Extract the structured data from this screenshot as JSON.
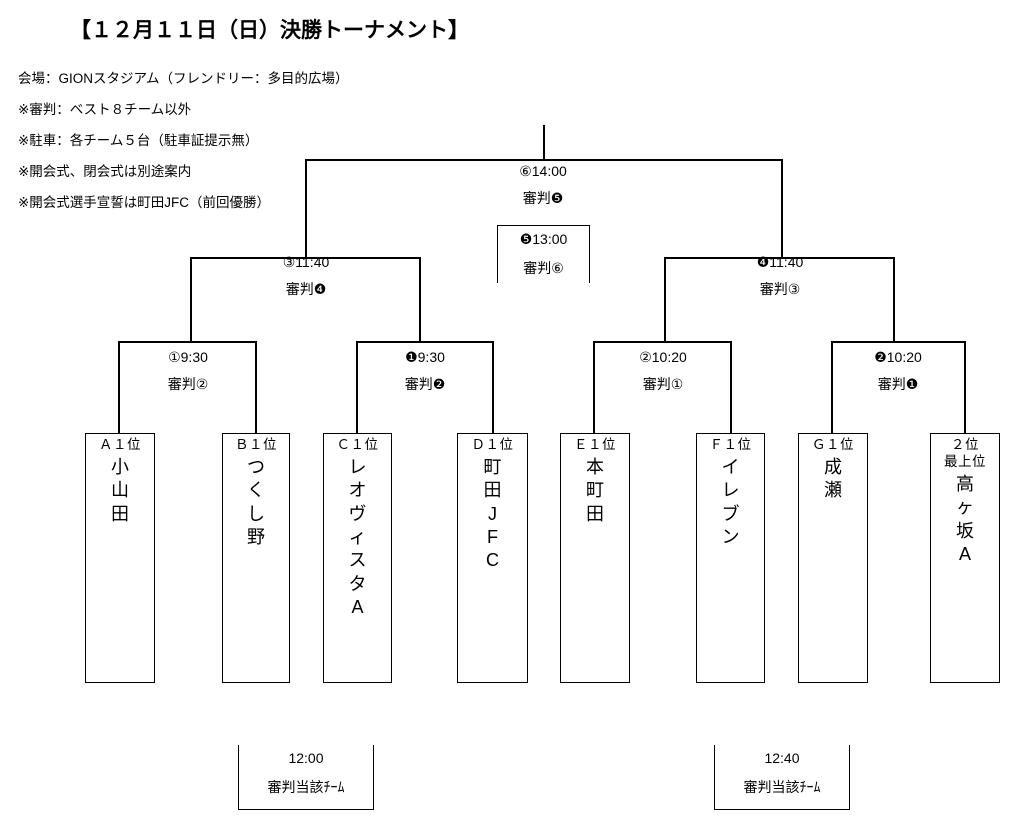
{
  "title": "【１２月１１日（日）決勝トーナメント】",
  "notes": [
    "会場：GIONスタジアム（フレンドリー：多目的広場）",
    "※審判：ベスト８チーム以外",
    "※駐車：各チーム５台（駐車証提示無）",
    "※開会式、閉会式は別途案内",
    "※開会式選手宣誓は町田JFC（前回優勝）"
  ],
  "teams": [
    {
      "rank": "Ａ１位",
      "name": "小山田",
      "chars": [
        "小",
        "山",
        "田"
      ]
    },
    {
      "rank": "Ｂ１位",
      "name": "つくし野",
      "chars": [
        "つ",
        "く",
        "し",
        "野"
      ]
    },
    {
      "rank": "Ｃ１位",
      "name": "レオヴィスタA",
      "chars": [
        "レ",
        "オ",
        "ヴ",
        "ィ",
        "ス",
        "タ",
        "A"
      ]
    },
    {
      "rank": "Ｄ１位",
      "name": "町田JFC",
      "chars": [
        "町",
        "田",
        "J",
        "F",
        "C"
      ]
    },
    {
      "rank": "Ｅ１位",
      "name": "本町田",
      "chars": [
        "本",
        "町",
        "田"
      ]
    },
    {
      "rank": "Ｆ１位",
      "name": "イレブン",
      "chars": [
        "イ",
        "レ",
        "ブ",
        "ン"
      ]
    },
    {
      "rank": "Ｇ１位",
      "name": "成瀬",
      "chars": [
        "成",
        "瀬"
      ]
    },
    {
      "rank": "２位",
      "rank2": "最上位",
      "name": "高ヶ坂A",
      "chars": [
        "高",
        "ヶ",
        "坂",
        "A"
      ]
    }
  ],
  "round1": [
    {
      "time": "①9:30",
      "referee": "審判②"
    },
    {
      "time": "❶9:30",
      "referee": "審判❷"
    },
    {
      "time": "②10:20",
      "referee": "審判①"
    },
    {
      "time": "❷10:20",
      "referee": "審判❶"
    }
  ],
  "semifinals": [
    {
      "time": "③11:40",
      "referee": "審判❹"
    },
    {
      "time": "❹11:40",
      "referee": "審判③"
    }
  ],
  "final": {
    "time": "⑥14:00",
    "referee": "審判❺"
  },
  "third_place": {
    "time": "❺13:00",
    "referee": "審判⑥"
  },
  "placement": [
    {
      "time": "12:00",
      "referee": "審判当該ﾁｰﾑ"
    },
    {
      "time": "12:40",
      "referee": "審判当該ﾁｰﾑ"
    }
  ]
}
